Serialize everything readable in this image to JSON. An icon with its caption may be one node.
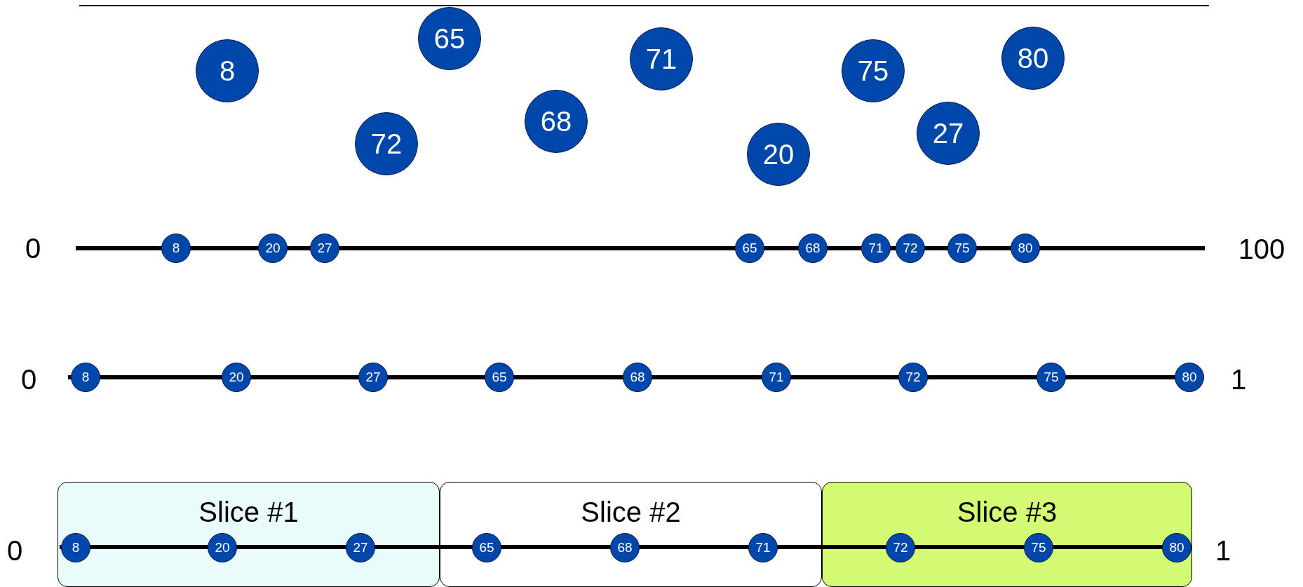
{
  "diagram": {
    "nodes": [
      {
        "text": [
          "8"
        ]
      },
      {
        "text": [
          "65"
        ]
      },
      {
        "text": [
          "71"
        ]
      },
      {
        "text": [
          "75"
        ]
      },
      {
        "text": [
          "80"
        ]
      },
      {
        "text": [
          "72"
        ]
      },
      {
        "text": [
          "68"
        ]
      },
      {
        "text": [
          "20"
        ]
      },
      {
        "text": [
          "27"
        ]
      },
      {
        "text": [
          "8"
        ]
      },
      {
        "text": [
          "20"
        ]
      },
      {
        "text": [
          "27"
        ]
      },
      {
        "text": [
          "65"
        ]
      },
      {
        "text": [
          "68"
        ]
      },
      {
        "text": [
          "71"
        ]
      },
      {
        "text": [
          "72"
        ]
      },
      {
        "text": [
          "75"
        ]
      },
      {
        "text": [
          "80"
        ]
      },
      {
        "text": [
          "8"
        ]
      },
      {
        "text": [
          "20"
        ]
      },
      {
        "text": [
          "27"
        ]
      },
      {
        "text": [
          "65"
        ]
      },
      {
        "text": [
          "68"
        ]
      },
      {
        "text": [
          "71"
        ]
      },
      {
        "text": [
          "72"
        ]
      },
      {
        "text": [
          "75"
        ]
      },
      {
        "text": [
          "80"
        ]
      },
      {
        "text": [
          "Slice #1"
        ]
      },
      {
        "text": [
          "Slice #2"
        ]
      },
      {
        "text": [
          "Slice #3"
        ]
      },
      {
        "text": [
          "8"
        ],
        "in": 27
      },
      {
        "text": [
          "20"
        ],
        "in": 27
      },
      {
        "text": [
          "27"
        ],
        "in": 27
      },
      {
        "text": [
          "65"
        ],
        "in": 28
      },
      {
        "text": [
          "68"
        ],
        "in": 28
      },
      {
        "text": [
          "71"
        ],
        "in": 28
      },
      {
        "text": [
          "72"
        ],
        "in": 29
      },
      {
        "text": [
          "75"
        ],
        "in": 29
      },
      {
        "text": [
          "80"
        ],
        "in": 29
      }
    ],
    "edges": [],
    "labels": [
      "0",
      "100",
      "0",
      "1",
      "0",
      "1"
    ]
  }
}
